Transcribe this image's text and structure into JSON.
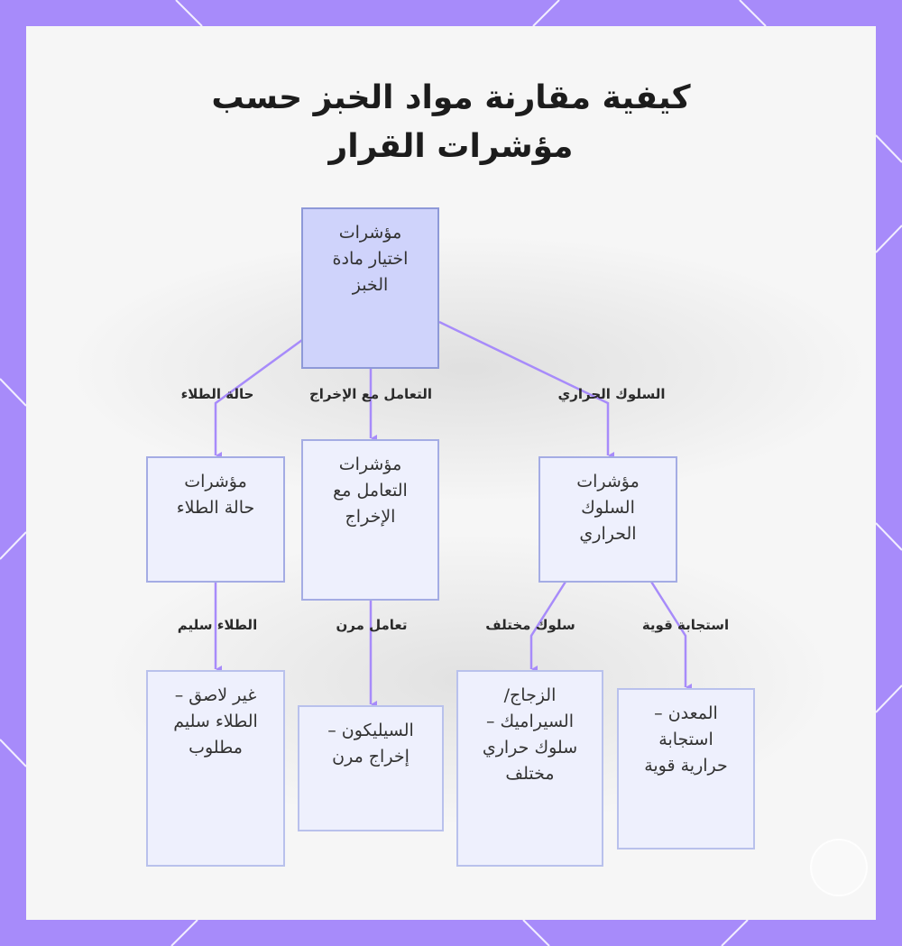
{
  "title": {
    "line1": "كيفية مقارنة مواد الخبز حسب",
    "line2": "مؤشرات القرار"
  },
  "nodes": {
    "root": "مؤشرات اختيار مادة الخبز",
    "coating": "مؤشرات حالة الطلاء",
    "release": "مؤشرات التعامل مع الإخراج",
    "thermal": "مؤشرات السلوك الحراري",
    "nonstick": "غير لاصق – الطلاء سليم مطلوب",
    "silicone": "السيليكون – إخراج مرن",
    "glass": "الزجاج/السيراميك – سلوك حراري مختلف",
    "metal": "المعدن – استجابة حرارية قوية"
  },
  "edges": {
    "coating": "حالة الطلاء",
    "release": "التعامل مع الإخراج",
    "thermal": "السلوك الحراري",
    "coating_ok": "الطلاء سليم",
    "flexible": "تعامل مرن",
    "different": "سلوك مختلف",
    "strong": "استجابة قوية"
  },
  "colors": {
    "frame": "#a78bfa",
    "panel": "#f6f6f6",
    "node_fill": "#eef0fd",
    "root_fill": "#cfd3fb",
    "edge": "#a78bfa"
  }
}
